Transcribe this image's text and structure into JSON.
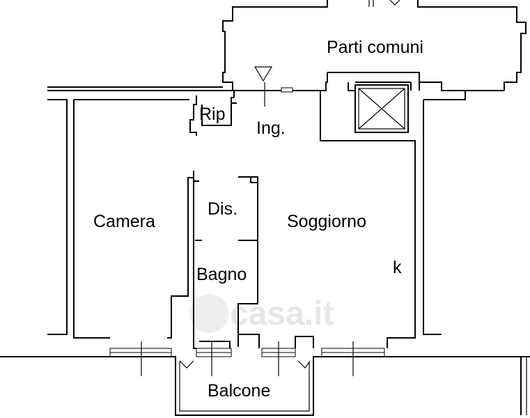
{
  "rooms": {
    "parti_comuni": "Parti comuni",
    "rip": "Rip",
    "ing": "Ing.",
    "camera": "Camera",
    "dis": "Dis.",
    "soggiorno": "Soggiorno",
    "k": "k",
    "bagno": "Bagno",
    "balcone": "Balcone"
  },
  "watermark": "casa.it",
  "colors": {
    "line": "#000000",
    "background": "#ffffff",
    "watermark": "#e6e6e6"
  }
}
